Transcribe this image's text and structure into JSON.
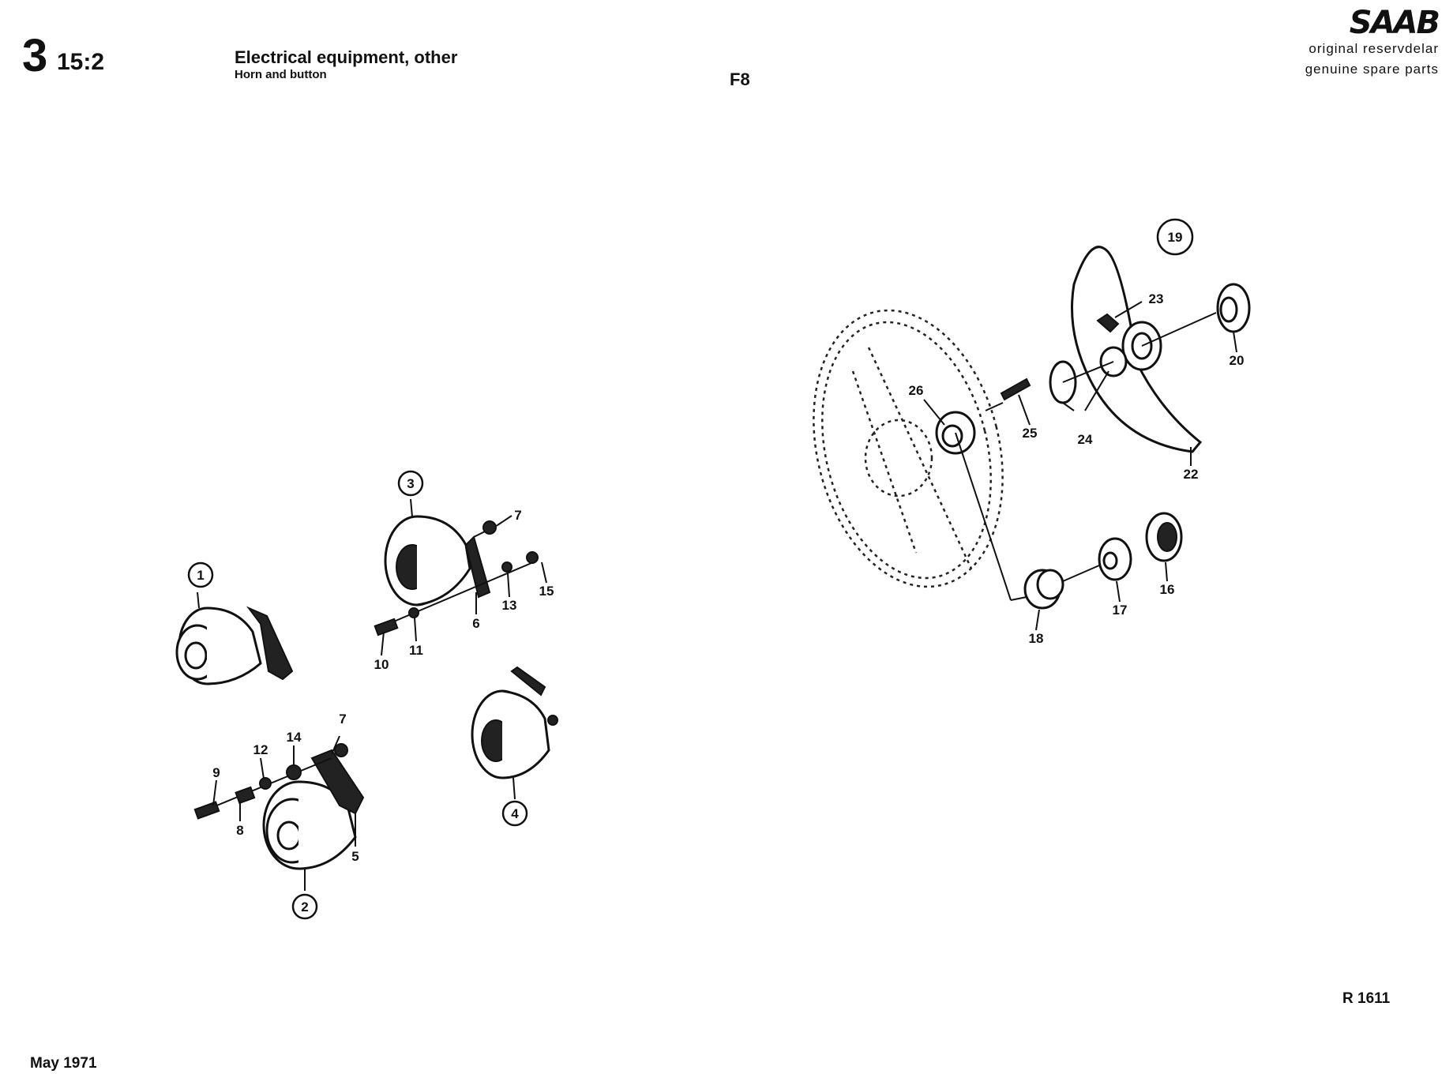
{
  "header": {
    "section_number": "3",
    "section_sub": "15:2",
    "title": "Electrical equipment, other",
    "subtitle": "Horn and button",
    "group_code": "F8",
    "brand": "SAAB",
    "tagline_1": "original reservdelar",
    "tagline_2": "genuine spare parts"
  },
  "footer": {
    "drawing_ref": "R 1611",
    "date": "May 1971"
  },
  "callouts": {
    "c1": "1",
    "c2": "2",
    "c3": "3",
    "c4": "4",
    "c5": "5",
    "c6": "6",
    "c7a": "7",
    "c7b": "7",
    "c8": "8",
    "c9": "9",
    "c10": "10",
    "c11": "11",
    "c12": "12",
    "c13": "13",
    "c14": "14",
    "c15": "15",
    "c16": "16",
    "c17": "17",
    "c18": "18",
    "c19": "19",
    "c20": "20",
    "c22": "22",
    "c23": "23",
    "c24": "24",
    "c25": "25",
    "c26": "26"
  }
}
